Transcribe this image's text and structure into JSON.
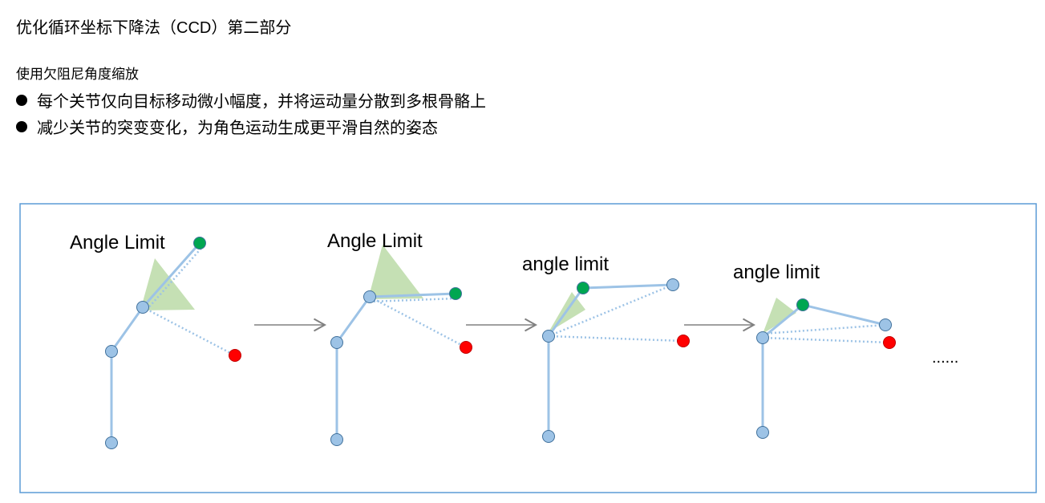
{
  "title": "优化循环坐标下降法（CCD）第二部分",
  "subtitle": "使用欠阻尼角度缩放",
  "bullets": [
    "每个关节仅向目标移动微小幅度，并将运动量分散到多根骨骼上",
    "减少关节的突变变化，为角色运动生成更平滑自然的姿态"
  ],
  "diagram": {
    "steps": [
      {
        "label": "Angle Limit"
      },
      {
        "label": "Angle Limit"
      },
      {
        "label": "angle limit"
      },
      {
        "label": "angle limit"
      }
    ],
    "ellipsis": "......",
    "colors": {
      "border": "#5b9bd5",
      "bone": "#9dc3e6",
      "joint": "#9dc3e6",
      "end_effector": "#00a651",
      "target": "#ff0000",
      "limit_cone": "#c5e0b4",
      "arrow": "#808080"
    }
  }
}
